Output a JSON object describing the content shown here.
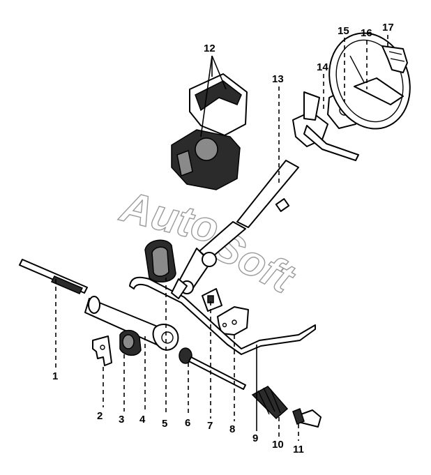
{
  "watermark": {
    "text_1": "Auto",
    "text_2": "Soft"
  },
  "labels": [
    "1",
    "2",
    "3",
    "4",
    "5",
    "6",
    "7",
    "8",
    "9",
    "10",
    "11",
    "12",
    "13",
    "14",
    "15",
    "16",
    "17"
  ]
}
